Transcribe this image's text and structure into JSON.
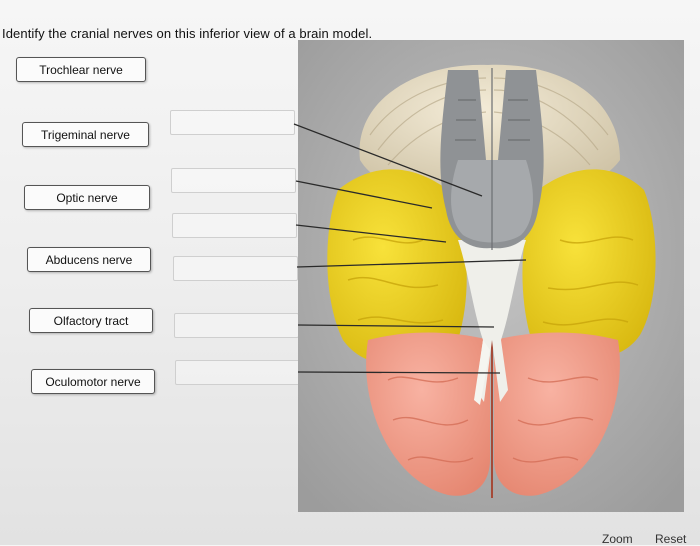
{
  "question": "Identify the cranial nerves on this inferior view of a brain model.",
  "labels": [
    "Trochlear nerve",
    "Trigeminal nerve",
    "Optic nerve",
    "Abducens nerve",
    "Olfactory tract",
    "Oculomotor nerve"
  ],
  "footer": {
    "zoom": "Zoom",
    "reset": "Reset"
  },
  "colors": {
    "frontal_lobe": "#f3a090",
    "temporal_lobe": "#f2d21e",
    "cerebellum": "#e8dfc8",
    "brainstem": "#8f9295",
    "cranial_nerves": "#f0f0ea"
  }
}
